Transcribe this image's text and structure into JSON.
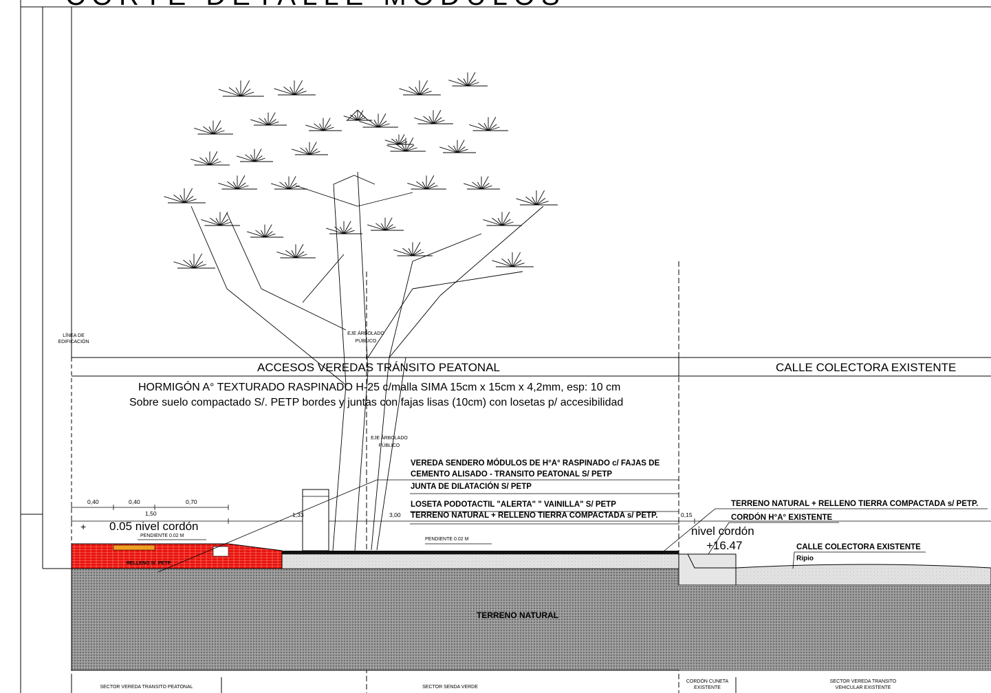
{
  "sheet_title": "CORTE DETALLE MÓDULOS",
  "band_headers": {
    "left": "ACCESOS VEREDAS TRÁNSITO PEATONAL",
    "right": "CALLE  COLECTORA  EXISTENTE"
  },
  "spec_lines": [
    "HORMIGÓN A° TEXTURADO RASPINADO  H-25 c/malla SIMA 15cm x 15cm x 4,2mm, esp: 10 cm",
    "Sobre suelo compactado S/. PETP  bordes y juntas con fajas lisas  (10cm) con losetas p/ accesibilidad"
  ],
  "labels": {
    "linea_edificacion_1": "LÍNEA DE",
    "linea_edificacion_2": "EDIFICACIÓN",
    "eje_arbolado_1": "EJE ÁRBOLADO",
    "eje_arbolado_2": "PÚBLICO",
    "eje_arbolado_b1": "EJE ÁRBOLADO",
    "eje_arbolado_b2": "PÚBLICO"
  },
  "callouts": {
    "vereda_1": "VEREDA SENDERO MÓDULOS DE H°A° RASPINADO  c/ FAJAS DE",
    "vereda_2": "CEMENTO ALISADO - TRANSITO PEATONAL S/ PETP",
    "junta": "JUNTA DE DILATACIÓN S/ PETP",
    "loseta": "LOSETA PODOTACTIL \"ALERTA\" \" VAINILLA\" S/ PETP",
    "terreno_left": "TERRENO NATURAL + RELLENO TIERRA COMPACTADA s/ PETP.",
    "terreno_right": "TERRENO NATURAL + RELLENO TIERRA COMPACTADA s/ PETP.",
    "cordon": "CORDÓN H°A° EXISTENTE",
    "calle": "CALLE  COLECTORA EXISTENTE",
    "ripio": "Ripio"
  },
  "dimensions": {
    "d040a": "0,40",
    "d040b": "0,40",
    "d070": "0,70",
    "d150": "1,50",
    "d133": "1,33",
    "d300": "3,00",
    "d015": "0,15"
  },
  "levels": {
    "plus": "+",
    "nivel_cordon_left": "0.05 nivel cordón",
    "nivel_cordon_right": "nivel cordón",
    "nivel_value": "+16.47",
    "pendiente_1": "PENDIENTE 0.02 M",
    "pendiente_2": "PENDIENTE 0.02 M"
  },
  "fills": {
    "relleno": "RELLENO S/. PETP",
    "terreno_natural": "TERRENO NATURAL"
  },
  "sectors": {
    "s1": "SECTOR VEREDA TRANSITO PEATONAL",
    "s2": "SECTOR SENDA VERDE",
    "s3_1": "CORDÓN CUNETA",
    "s3_2": "EXISTENTE",
    "s4_1": "SECTOR VEREDA TRANSITO",
    "s4_2": "VEHICULAR EXISTENTE"
  },
  "colors": {
    "line": "#000000",
    "red_fill": "#e8120c",
    "soil": "#8f8f8f",
    "gravel": "#dcdcdc",
    "tile": "#f0a020"
  }
}
